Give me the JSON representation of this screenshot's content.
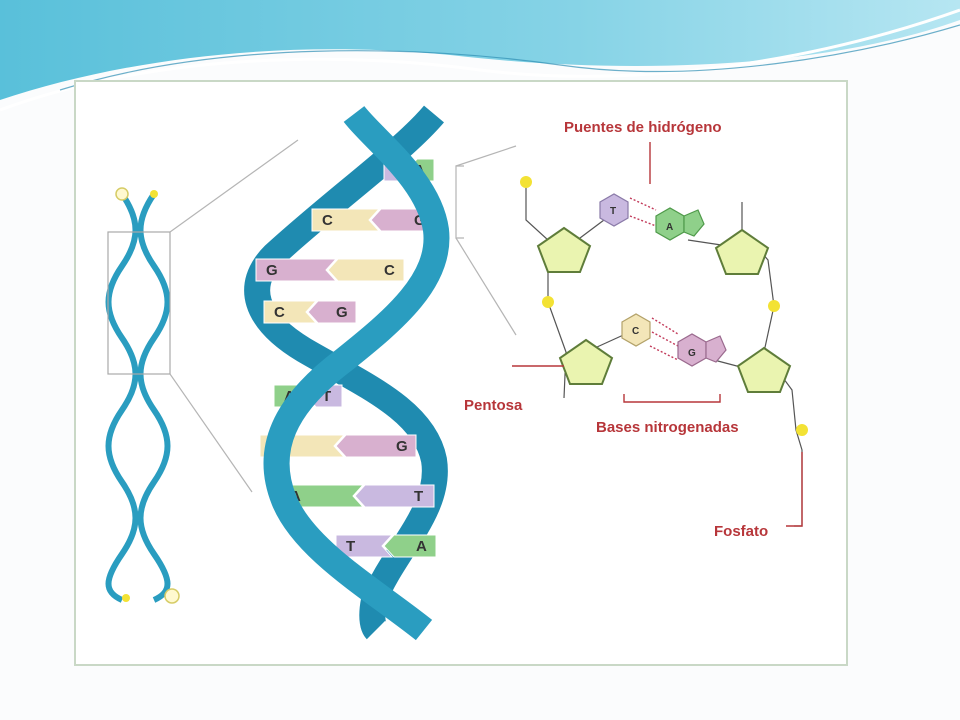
{
  "labels": {
    "hydrogen_bonds": "Puentes de hidrógeno",
    "pentose": "Pentosa",
    "nitrogen_bases": "Bases nitrogenadas",
    "phosphate": "Fosfato"
  },
  "helix_pairs": [
    {
      "left": "T",
      "right": "A"
    },
    {
      "left": "C",
      "right": "G"
    },
    {
      "left": "G",
      "right": "C"
    },
    {
      "left": "C",
      "right": "G"
    },
    {
      "left": "A",
      "right": "T"
    },
    {
      "left": "C",
      "right": "G"
    },
    {
      "left": "A",
      "right": "T"
    },
    {
      "left": "T",
      "right": "A"
    }
  ],
  "detail_bases": {
    "top_left": "T",
    "top_right": "A",
    "bottom_left": "C",
    "bottom_right": "G"
  },
  "colors": {
    "helix": "#2a9dc0",
    "header_band": "#5fc3dc",
    "adenine": "#8fd08a",
    "thymine": "#c9b9e0",
    "guanine": "#d8b0cf",
    "cytosine": "#f3e6b8",
    "pentose": "#eaf4b0",
    "phosphate": "#f3e234",
    "label": "#b7363a"
  }
}
